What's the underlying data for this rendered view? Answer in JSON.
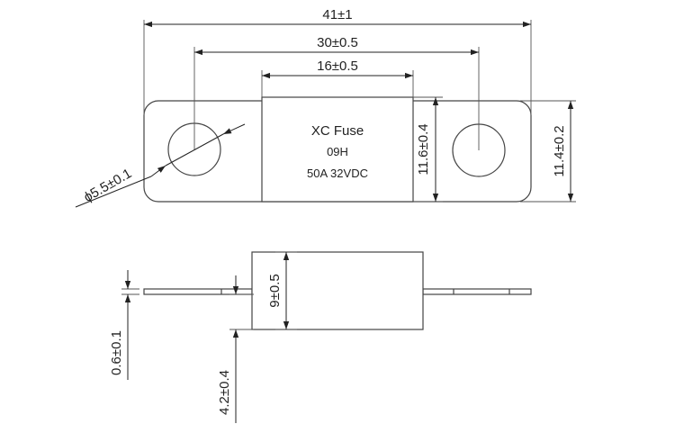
{
  "fuse_label": {
    "brand": "XC Fuse",
    "model": "09H",
    "rating": "50A 32VDC"
  },
  "dimensions": {
    "overall_length": "41±1",
    "hole_spacing": "30±0.5",
    "body_length": "16±0.5",
    "hole_diameter": "ϕ5.5±0.1",
    "body_width": "11.6±0.4",
    "terminal_width": "11.4±0.2",
    "body_height": "9±0.5",
    "terminal_thickness": "0.6±0.1",
    "terminal_offset": "4.2±0.4"
  },
  "colors": {
    "line": "#444444",
    "dimension": "#222222",
    "background": "#ffffff"
  }
}
